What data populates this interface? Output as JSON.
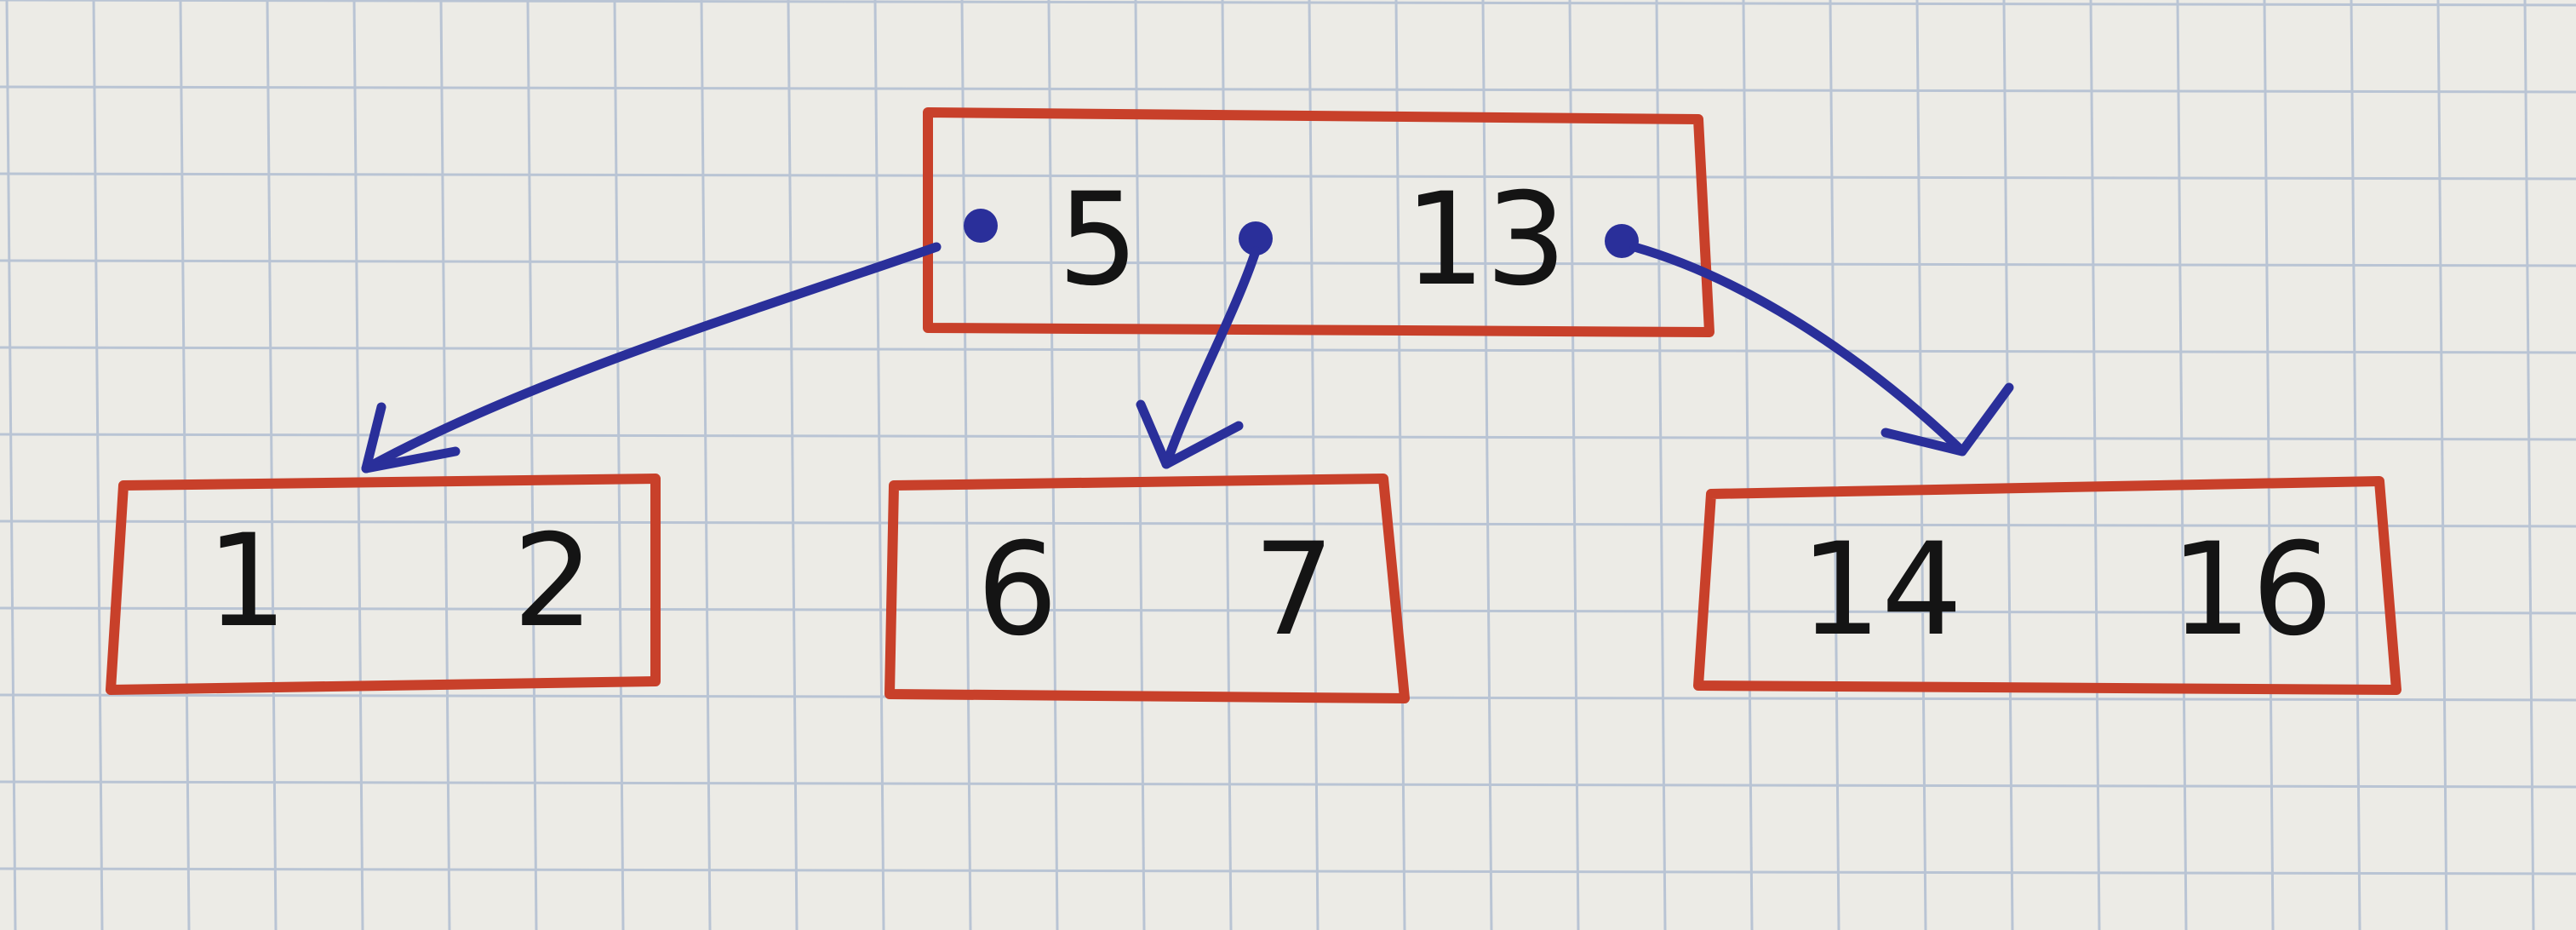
{
  "diagram": {
    "root": {
      "keys": [
        "5",
        "13"
      ]
    },
    "children": [
      {
        "keys": [
          "1",
          "2"
        ]
      },
      {
        "keys": [
          "6",
          "7"
        ]
      },
      {
        "keys": [
          "14",
          "16"
        ]
      }
    ]
  },
  "colors": {
    "paper": "#ecebe6",
    "grid_line": "#b9c4d4",
    "box_stroke": "#c8402a",
    "arrow": "#2a2f9a",
    "key_text": "#141414"
  }
}
